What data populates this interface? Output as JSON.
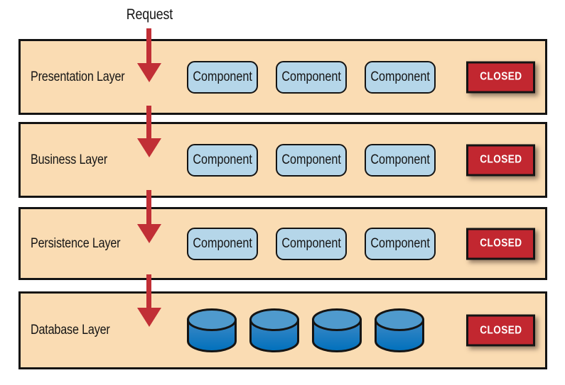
{
  "request_label": "Request",
  "layers": [
    {
      "label": "Presentation Layer",
      "components": [
        "Component",
        "Component",
        "Component"
      ],
      "access": "CLOSED"
    },
    {
      "label": "Business Layer",
      "components": [
        "Component",
        "Component",
        "Component"
      ],
      "access": "CLOSED"
    },
    {
      "label": "Persistence Layer",
      "components": [
        "Component",
        "Component",
        "Component"
      ],
      "access": "CLOSED"
    },
    {
      "label": "Database Layer",
      "database_count": 4,
      "access": "CLOSED"
    }
  ],
  "colors": {
    "layer_fill": "#FADCB3",
    "layer_border": "#141414",
    "component_fill": "#B5D6E9",
    "closed_fill": "#C22730",
    "closed_text": "#FFFFFF",
    "arrow_red": "#C12F36",
    "database_top": "#4F9ACD",
    "database_body": "#0070BC"
  },
  "icons": {
    "database": "database-cylinder-icon",
    "arrow": "down-arrow-icon"
  }
}
